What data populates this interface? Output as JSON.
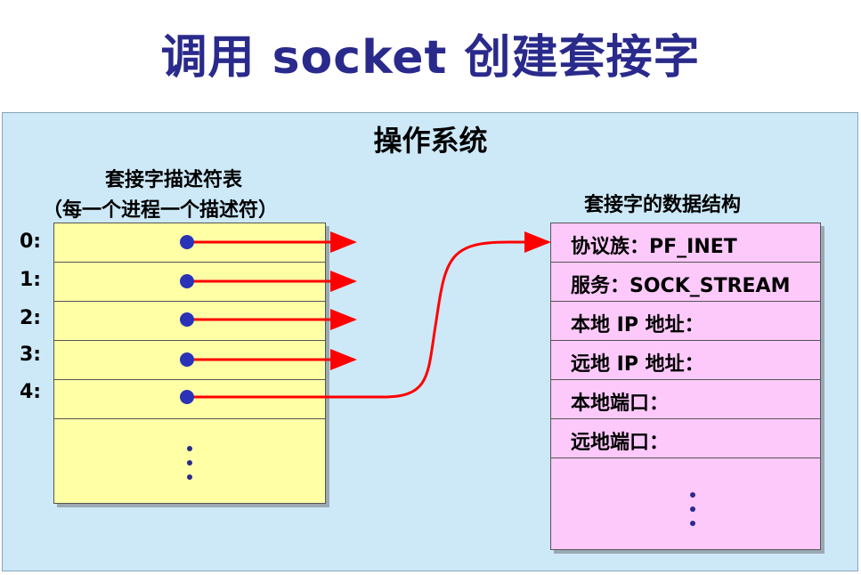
{
  "title": "调用 socket 创建套接字",
  "os": {
    "title": "操作系统"
  },
  "descriptor_table": {
    "caption_line1": "套接字描述符表",
    "caption_line2": "（每一个进程一个描述符）",
    "rows": [
      {
        "index": "0:"
      },
      {
        "index": "1:"
      },
      {
        "index": "2:"
      },
      {
        "index": "3:"
      },
      {
        "index": "4:"
      }
    ]
  },
  "socket_struct": {
    "caption": "套接字的数据结构",
    "fields": [
      {
        "label": "协议族：PF_INET"
      },
      {
        "label": "服务：SOCK_STREAM"
      },
      {
        "label": "本地 IP 地址："
      },
      {
        "label": "远地 IP 地址："
      },
      {
        "label": "本地端口："
      },
      {
        "label": "远地端口："
      }
    ]
  },
  "colors": {
    "title": "#2a2a8c",
    "panel": "#cde9f8",
    "descriptor_table": "#ffffa6",
    "socket_struct": "#fdc9fb",
    "arrow": "#ff0000",
    "dot": "#2a32b8"
  }
}
